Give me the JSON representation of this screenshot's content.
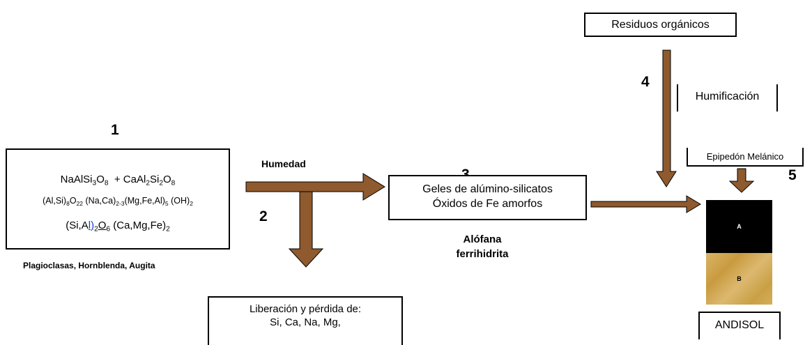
{
  "steps": {
    "n1": "1",
    "n2": "2",
    "n3": "3",
    "n4": "4",
    "n5": "5"
  },
  "box1": {
    "f1": {
      "a": "NaAlSi",
      "b": "3",
      "c": "O",
      "d": "8",
      "e": "  + CaAl",
      "f": "2",
      "g": "Si",
      "h": "2",
      "i": "O",
      "j": "8"
    },
    "f2": {
      "a": "(Al,Si)",
      "b": "8",
      "c": "O",
      "d": "22",
      "e": " (Na,Ca)",
      "f": "2-3",
      "g": "(Mg,Fe,Al)",
      "h": "5",
      "i": " (OH)",
      "j": "2"
    },
    "f3": {
      "a": "(Si,A",
      "b": "l",
      "c": ")",
      "d": "2",
      "e": "O",
      "f": "6",
      "g": " (Ca,Mg,Fe)",
      "h": "2"
    }
  },
  "minerals_label": "Plagioclasas, Hornblenda,  Augita",
  "humedad_label": "Humedad",
  "box3": {
    "line1": "Geles de alúmino-silicatos",
    "line2": "Óxidos de Fe amorfos"
  },
  "alofana": {
    "line1": "Alófana",
    "line2": "ferrihidrita"
  },
  "liberacion": {
    "line1": "Liberación y pérdida de:",
    "line2": "Si, Ca, Na, Mg,"
  },
  "residuos_label": "Residuos orgánicos",
  "humificacion_label": "Humificación",
  "epipedon_label": "Epipedón Melánico",
  "soil": {
    "horizon_a": "A",
    "horizon_b": "B"
  },
  "andisol_label": "ANDISOL",
  "colors": {
    "arrow_fill": "#8e5a2e",
    "arrow_stroke": "#000000"
  }
}
